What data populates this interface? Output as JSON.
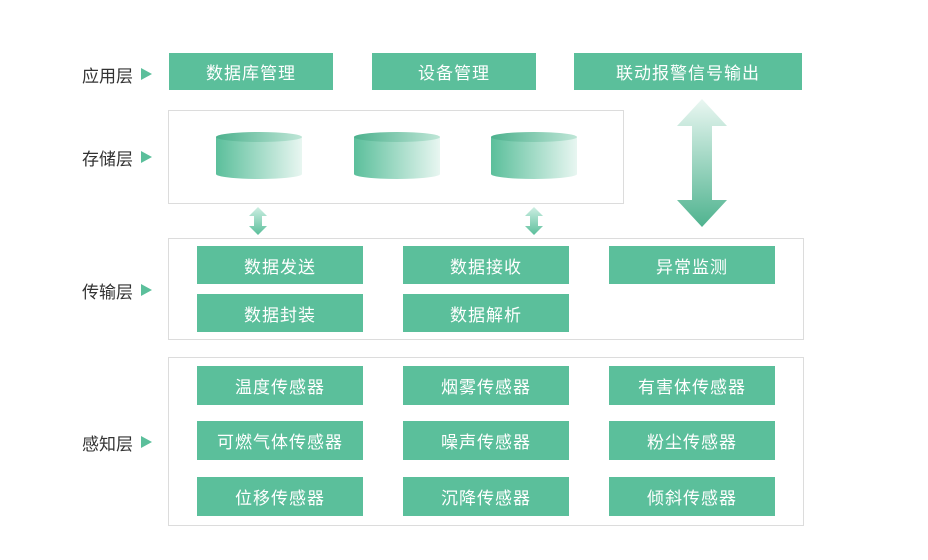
{
  "layers": {
    "application": "应用层",
    "storage": "存储层",
    "transport": "传输层",
    "perception": "感知层"
  },
  "application": {
    "items": [
      "数据库管理",
      "设备管理",
      "联动报警信号输出"
    ]
  },
  "transport": {
    "items": [
      "数据发送",
      "数据接收",
      "异常监测",
      "数据封装",
      "数据解析"
    ]
  },
  "perception": {
    "items": [
      "温度传感器",
      "烟雾传感器",
      "有害体传感器",
      "可燃气体传感器",
      "噪声传感器",
      "粉尘传感器",
      "位移传感器",
      "沉降传感器",
      "倾斜传感器"
    ]
  },
  "colors": {
    "box": "#5bbf9b",
    "label_text": "#333333",
    "panel_border": "#dcdcdc"
  }
}
